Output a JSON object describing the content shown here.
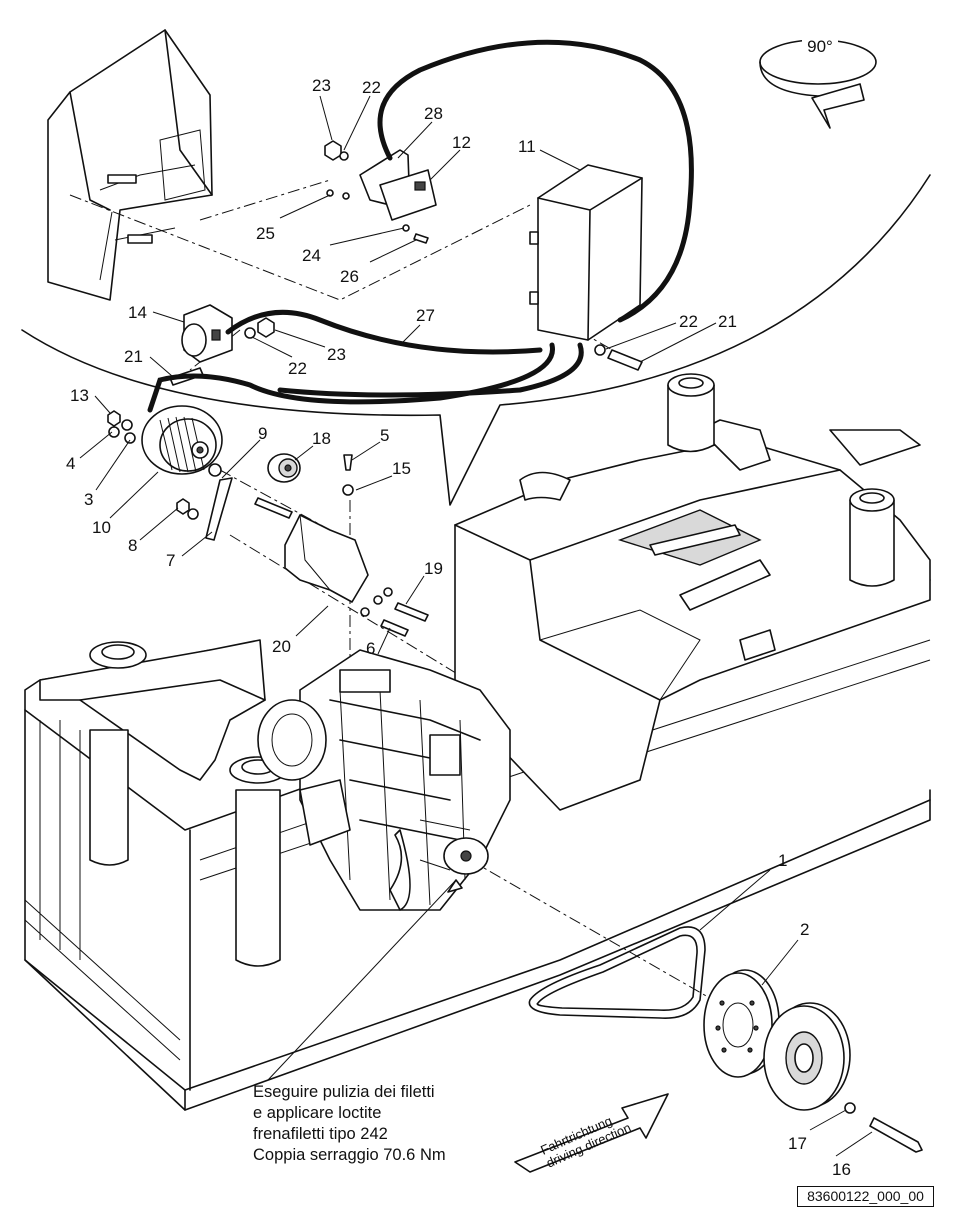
{
  "rotation_label": "90°",
  "direction_arrow": {
    "line1": "Fahrtrichtung",
    "line2": "driving direction"
  },
  "note_lines": [
    "Eseguire pulizia dei filetti",
    "e applicare loctite",
    "frenafiletti tipo 242",
    "Coppia serraggio 70.6 Nm"
  ],
  "drawing_reference": "83600122_000_00",
  "callouts": [
    {
      "id": "c1",
      "number": "1"
    },
    {
      "id": "c2",
      "number": "2"
    },
    {
      "id": "c3",
      "number": "3"
    },
    {
      "id": "c4",
      "number": "4"
    },
    {
      "id": "c5",
      "number": "5"
    },
    {
      "id": "c6",
      "number": "6"
    },
    {
      "id": "c7",
      "number": "7"
    },
    {
      "id": "c8",
      "number": "8"
    },
    {
      "id": "c9",
      "number": "9"
    },
    {
      "id": "c10",
      "number": "10"
    },
    {
      "id": "c11",
      "number": "11"
    },
    {
      "id": "c12",
      "number": "12"
    },
    {
      "id": "c13",
      "number": "13"
    },
    {
      "id": "c14",
      "number": "14"
    },
    {
      "id": "c15",
      "number": "15"
    },
    {
      "id": "c16",
      "number": "16"
    },
    {
      "id": "c17",
      "number": "17"
    },
    {
      "id": "c18",
      "number": "18"
    },
    {
      "id": "c19",
      "number": "19"
    },
    {
      "id": "c20",
      "number": "20"
    },
    {
      "id": "c21a",
      "number": "21"
    },
    {
      "id": "c21b",
      "number": "21"
    },
    {
      "id": "c22a",
      "number": "22"
    },
    {
      "id": "c22b",
      "number": "22"
    },
    {
      "id": "c22c",
      "number": "22"
    },
    {
      "id": "c23a",
      "number": "23"
    },
    {
      "id": "c23b",
      "number": "23"
    },
    {
      "id": "c24",
      "number": "24"
    },
    {
      "id": "c25",
      "number": "25"
    },
    {
      "id": "c26",
      "number": "26"
    },
    {
      "id": "c27",
      "number": "27"
    },
    {
      "id": "c28",
      "number": "28"
    }
  ]
}
